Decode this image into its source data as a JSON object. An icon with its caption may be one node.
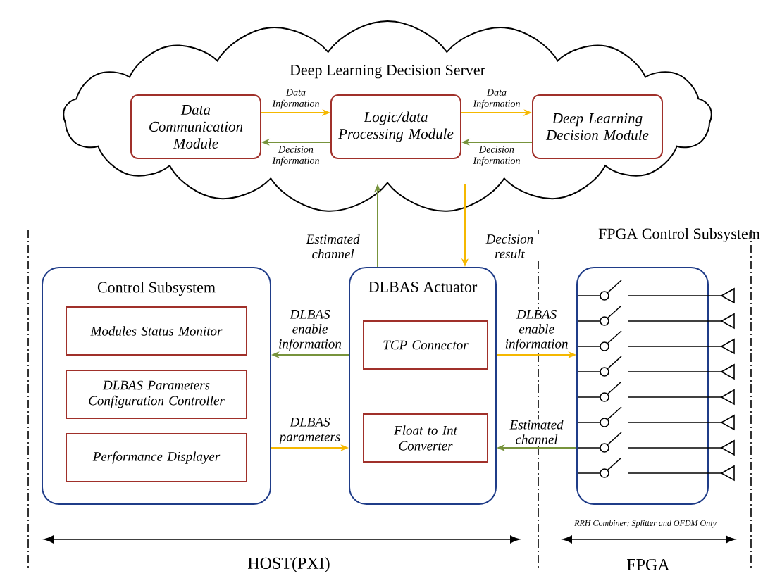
{
  "diagram": {
    "nodes": [
      {
        "text": [
          "Deep Learning Decision Server"
        ]
      },
      {
        "text": [
          "Data Communication Module"
        ],
        "in": 0
      },
      {
        "text": [
          "Logic/data Processing Module"
        ],
        "in": 0
      },
      {
        "text": [
          "Deep Learning Decision Module"
        ],
        "in": 0
      },
      {
        "text": [
          "Control Subsystem"
        ]
      },
      {
        "text": [
          "Modules Status Monitor"
        ],
        "in": 4
      },
      {
        "text": [
          "DLBAS Parameters Configuration Controller"
        ],
        "in": 4
      },
      {
        "text": [
          "Performance Displayer"
        ],
        "in": 4
      },
      {
        "text": [
          "DLBAS Actuator"
        ]
      },
      {
        "text": [
          "TCP Connector"
        ],
        "in": 8
      },
      {
        "text": [
          "Float to Int Converter"
        ],
        "in": 8
      },
      {
        "text": [
          "FPGA Control Subsystem"
        ]
      }
    ],
    "edges": [
      {
        "from": 1,
        "to": 2,
        "arrow": "to",
        "label": "Data Information",
        "color": "#f5b800"
      },
      {
        "from": 2,
        "to": 1,
        "arrow": "to",
        "label": "Decision Information",
        "color": "#77933c"
      },
      {
        "from": 2,
        "to": 3,
        "arrow": "to",
        "label": "Data Information",
        "color": "#f5b800"
      },
      {
        "from": 3,
        "to": 2,
        "arrow": "to",
        "label": "Decision Information",
        "color": "#77933c"
      },
      {
        "from": 8,
        "to": 0,
        "arrow": "to",
        "label": "Estimated channel",
        "color": "#77933c"
      },
      {
        "from": 0,
        "to": 8,
        "arrow": "to",
        "label": "Decision result",
        "color": "#f5b800"
      },
      {
        "from": 8,
        "to": 4,
        "arrow": "to",
        "label": "DLBAS enable information",
        "color": "#77933c"
      },
      {
        "from": 4,
        "to": 8,
        "arrow": "to",
        "label": "DLBAS parameters",
        "color": "#f5b800"
      },
      {
        "from": 8,
        "to": 11,
        "arrow": "to",
        "label": "DLBAS enable information",
        "color": "#f5b800"
      },
      {
        "from": 11,
        "to": 8,
        "arrow": "to",
        "label": "Estimated channel",
        "color": "#77933c"
      }
    ],
    "labels": [
      "RRH Combiner; Splitter and OFDM Only",
      "HOST(PXI)",
      "FPGA"
    ]
  }
}
